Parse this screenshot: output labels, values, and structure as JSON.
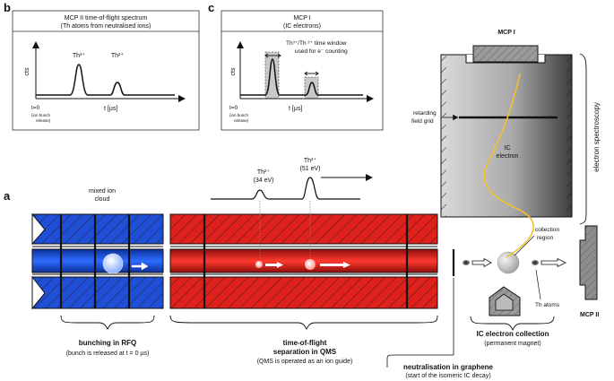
{
  "colors": {
    "rfq_blue": "#1f4fd6",
    "qms_red": "#e0201a",
    "cylinder_gray": "#a8a8a8",
    "electron_yellow": "#f2c12e",
    "text": "#111111"
  },
  "panels": {
    "b": {
      "letter": "b",
      "title_line1": "MCP II time-of-flight spectrum",
      "title_line2": "(Th atoms from neutralised ions)",
      "peak1_label": "Th³⁺",
      "peak2_label": "Th²⁺",
      "y_label": "cts",
      "x_label": "t [µs]",
      "t0_label": "t=0",
      "t0_sub1": "(ion bunch",
      "t0_sub2": "release)"
    },
    "c": {
      "letter": "c",
      "title_line1": "MCP I",
      "title_line2": "(IC electrons)",
      "window_line1": "Th³⁺/Th ²⁺ time window",
      "window_line2": "used for e⁻ counting",
      "y_label": "cts",
      "x_label": "t [µs]",
      "t0_label": "t=0",
      "t0_sub1": "(ion bunch",
      "t0_sub2": "release)"
    },
    "a": {
      "letter": "a",
      "mixed_cloud_line1": "mixed ion",
      "mixed_cloud_line2": "cloud",
      "th2_label": "Th²⁺",
      "th2_energy": "(34 eV)",
      "th3_label": "Th³⁺",
      "th3_energy": "(51 eV)",
      "mcp1_label": "MCP I",
      "retarding_line1": "retarding",
      "retarding_line2": "field grid",
      "ic_line1": "IC",
      "ic_line2": "electron",
      "electron_spectroscopy": "electron spectroscopy",
      "collection_line1": "collection",
      "collection_line2": "region",
      "th_atoms": "Th atoms",
      "mcp2_label": "MCP II",
      "rfq_line1": "bunching in RFQ",
      "rfq_line2": "(bunch is released at t = 0 µs)",
      "qms_line1": "time-of-flight",
      "qms_line2": "separation in QMS",
      "qms_line3": "(QMS is operated as an ion guide)",
      "ic_coll_line1": "IC electron collection",
      "ic_coll_line2": "(permanent magnet)",
      "graphene_line1": "neutralisation in graphene",
      "graphene_line2": "(start of the isomeric IC decay)"
    }
  }
}
